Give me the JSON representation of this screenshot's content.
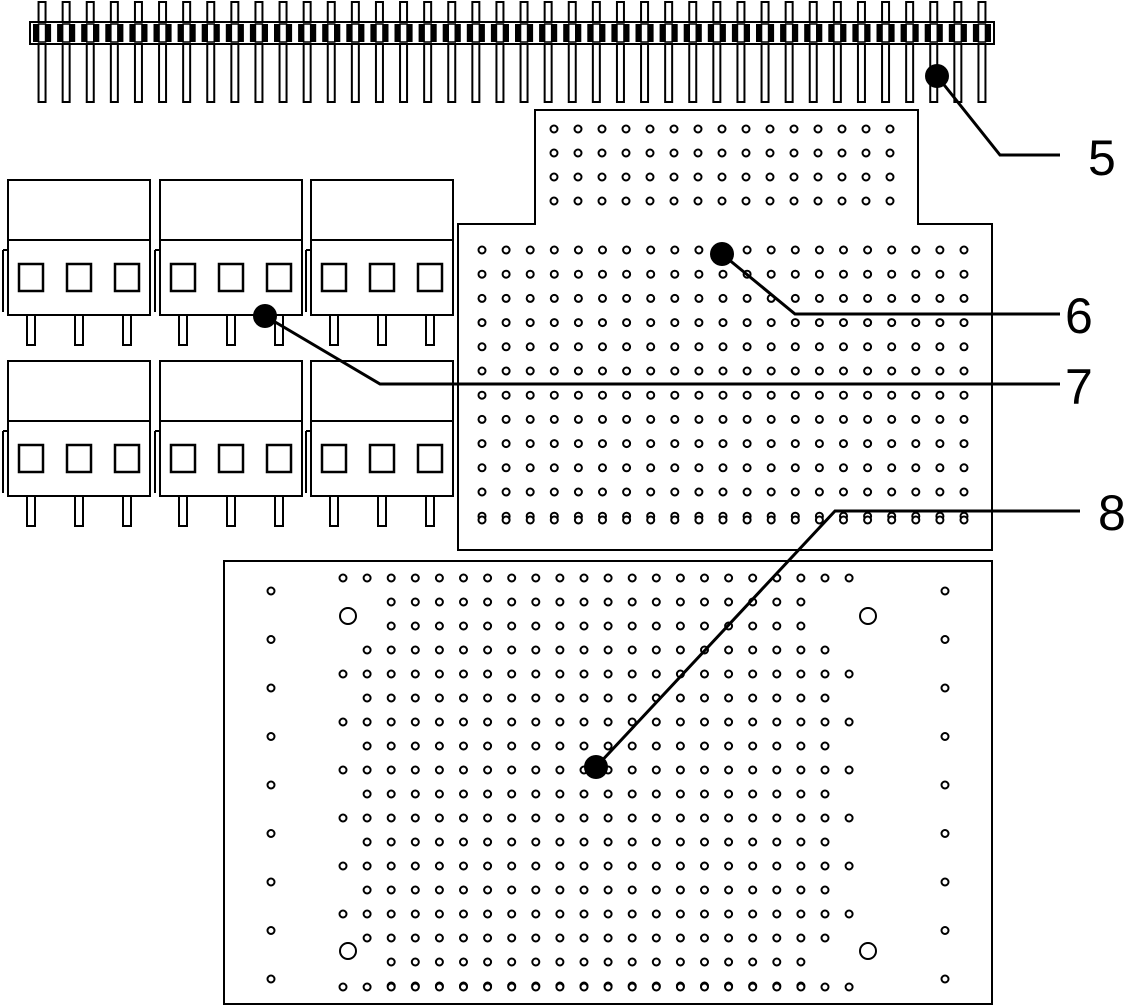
{
  "callouts": [
    {
      "id": "5",
      "label": "5"
    },
    {
      "id": "6",
      "label": "6"
    },
    {
      "id": "7",
      "label": "7"
    },
    {
      "id": "8",
      "label": "8"
    }
  ],
  "colors": {
    "stroke": "#000000",
    "fill": "#ffffff"
  },
  "components": {
    "pin_header_count": 40,
    "terminal_blocks": 6,
    "terminal_block_pins": 3
  }
}
